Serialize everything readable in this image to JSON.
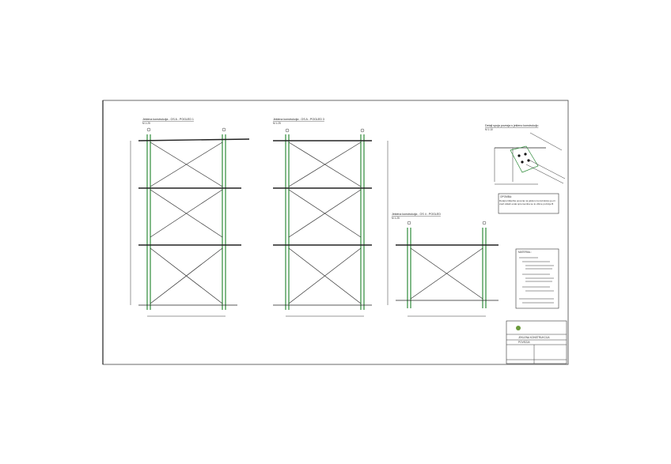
{
  "views": [
    {
      "title": "Jeklena konstrukcija - OS A - POGLED 1",
      "scale": "M 1:25"
    },
    {
      "title": "Jeklena konstrukcija - OS A - POGLED 3",
      "scale": "M 1:25"
    },
    {
      "title": "Jeklena konstrukcija - OS 4 - POGLED",
      "scale": "M 1:25"
    }
  ],
  "detail": {
    "title": "Detajl spoja povezja s jekleno konstrukcijo",
    "scale": "M 1:10"
  },
  "note": {
    "heading": "OPOMBA:",
    "text": "Detajl priključka povezja na jekleno konstrukcijo je pri vseh slikah enak sprememba se le višine pozicije B"
  },
  "materials": {
    "heading": "MATERIAL:"
  },
  "title_block": {
    "project": "JEKLENA KONSTRUKCIJA",
    "content": "POVEZJA"
  },
  "colors": {
    "column": "#2e8b3a",
    "line": "#222222"
  }
}
